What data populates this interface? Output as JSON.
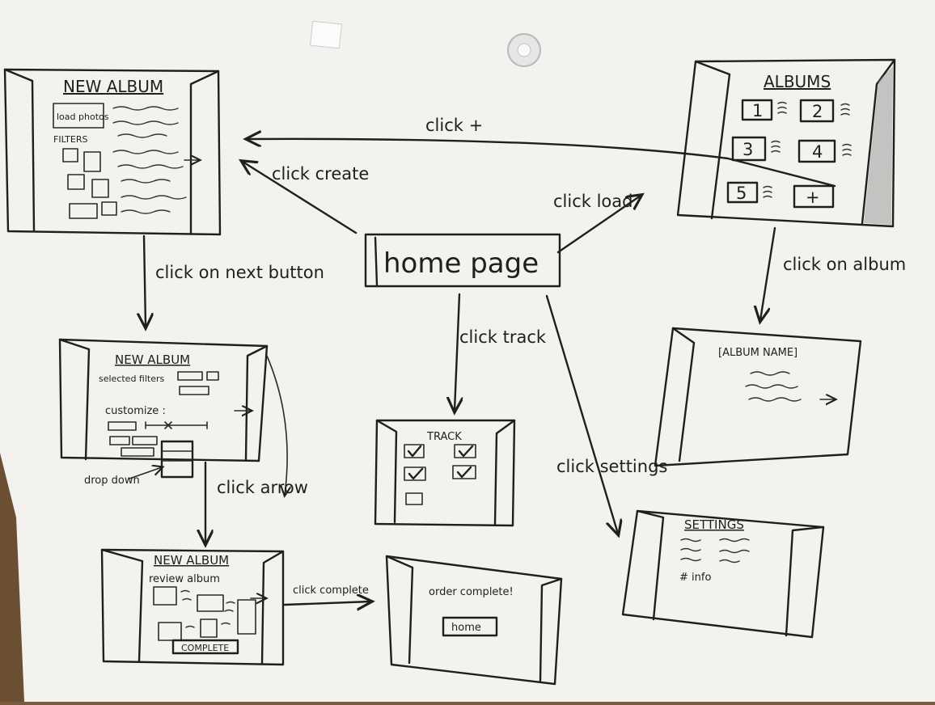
{
  "screens": {
    "new_album_1": {
      "title": "NEW ALBUM",
      "load_photos": "load photos",
      "filters": "FILTERS"
    },
    "new_album_2": {
      "title": "NEW ALBUM",
      "selected_filters": "selected filters",
      "customize": "customize :"
    },
    "new_album_3": {
      "title": "NEW ALBUM",
      "review": "review album",
      "complete": "COMPLETE"
    },
    "albums": {
      "title": "ALBUMS",
      "tiles": [
        "1",
        "2",
        "3",
        "4",
        "5"
      ],
      "add": "+"
    },
    "album_name": {
      "title": "[ALBUM NAME]"
    },
    "home": {
      "title": "home page"
    },
    "track": {
      "title": "TRACK"
    },
    "order": {
      "message": "order complete!",
      "home_button": "home"
    },
    "settings": {
      "title": "SETTINGS",
      "info": "# info"
    }
  },
  "arrows": {
    "click_plus": "click +",
    "click_create": "click create",
    "click_load": "click load",
    "click_on_album": "click on album",
    "click_next": "click on next button",
    "click_track": "click track",
    "click_settings": "click settings",
    "click_arrow": "click arrow",
    "drop_down": "drop down",
    "click_complete": "click complete"
  },
  "colors": {
    "paper": "#f4f2ee",
    "ink": "#1f1f1f",
    "board": "#7a5a3a"
  }
}
